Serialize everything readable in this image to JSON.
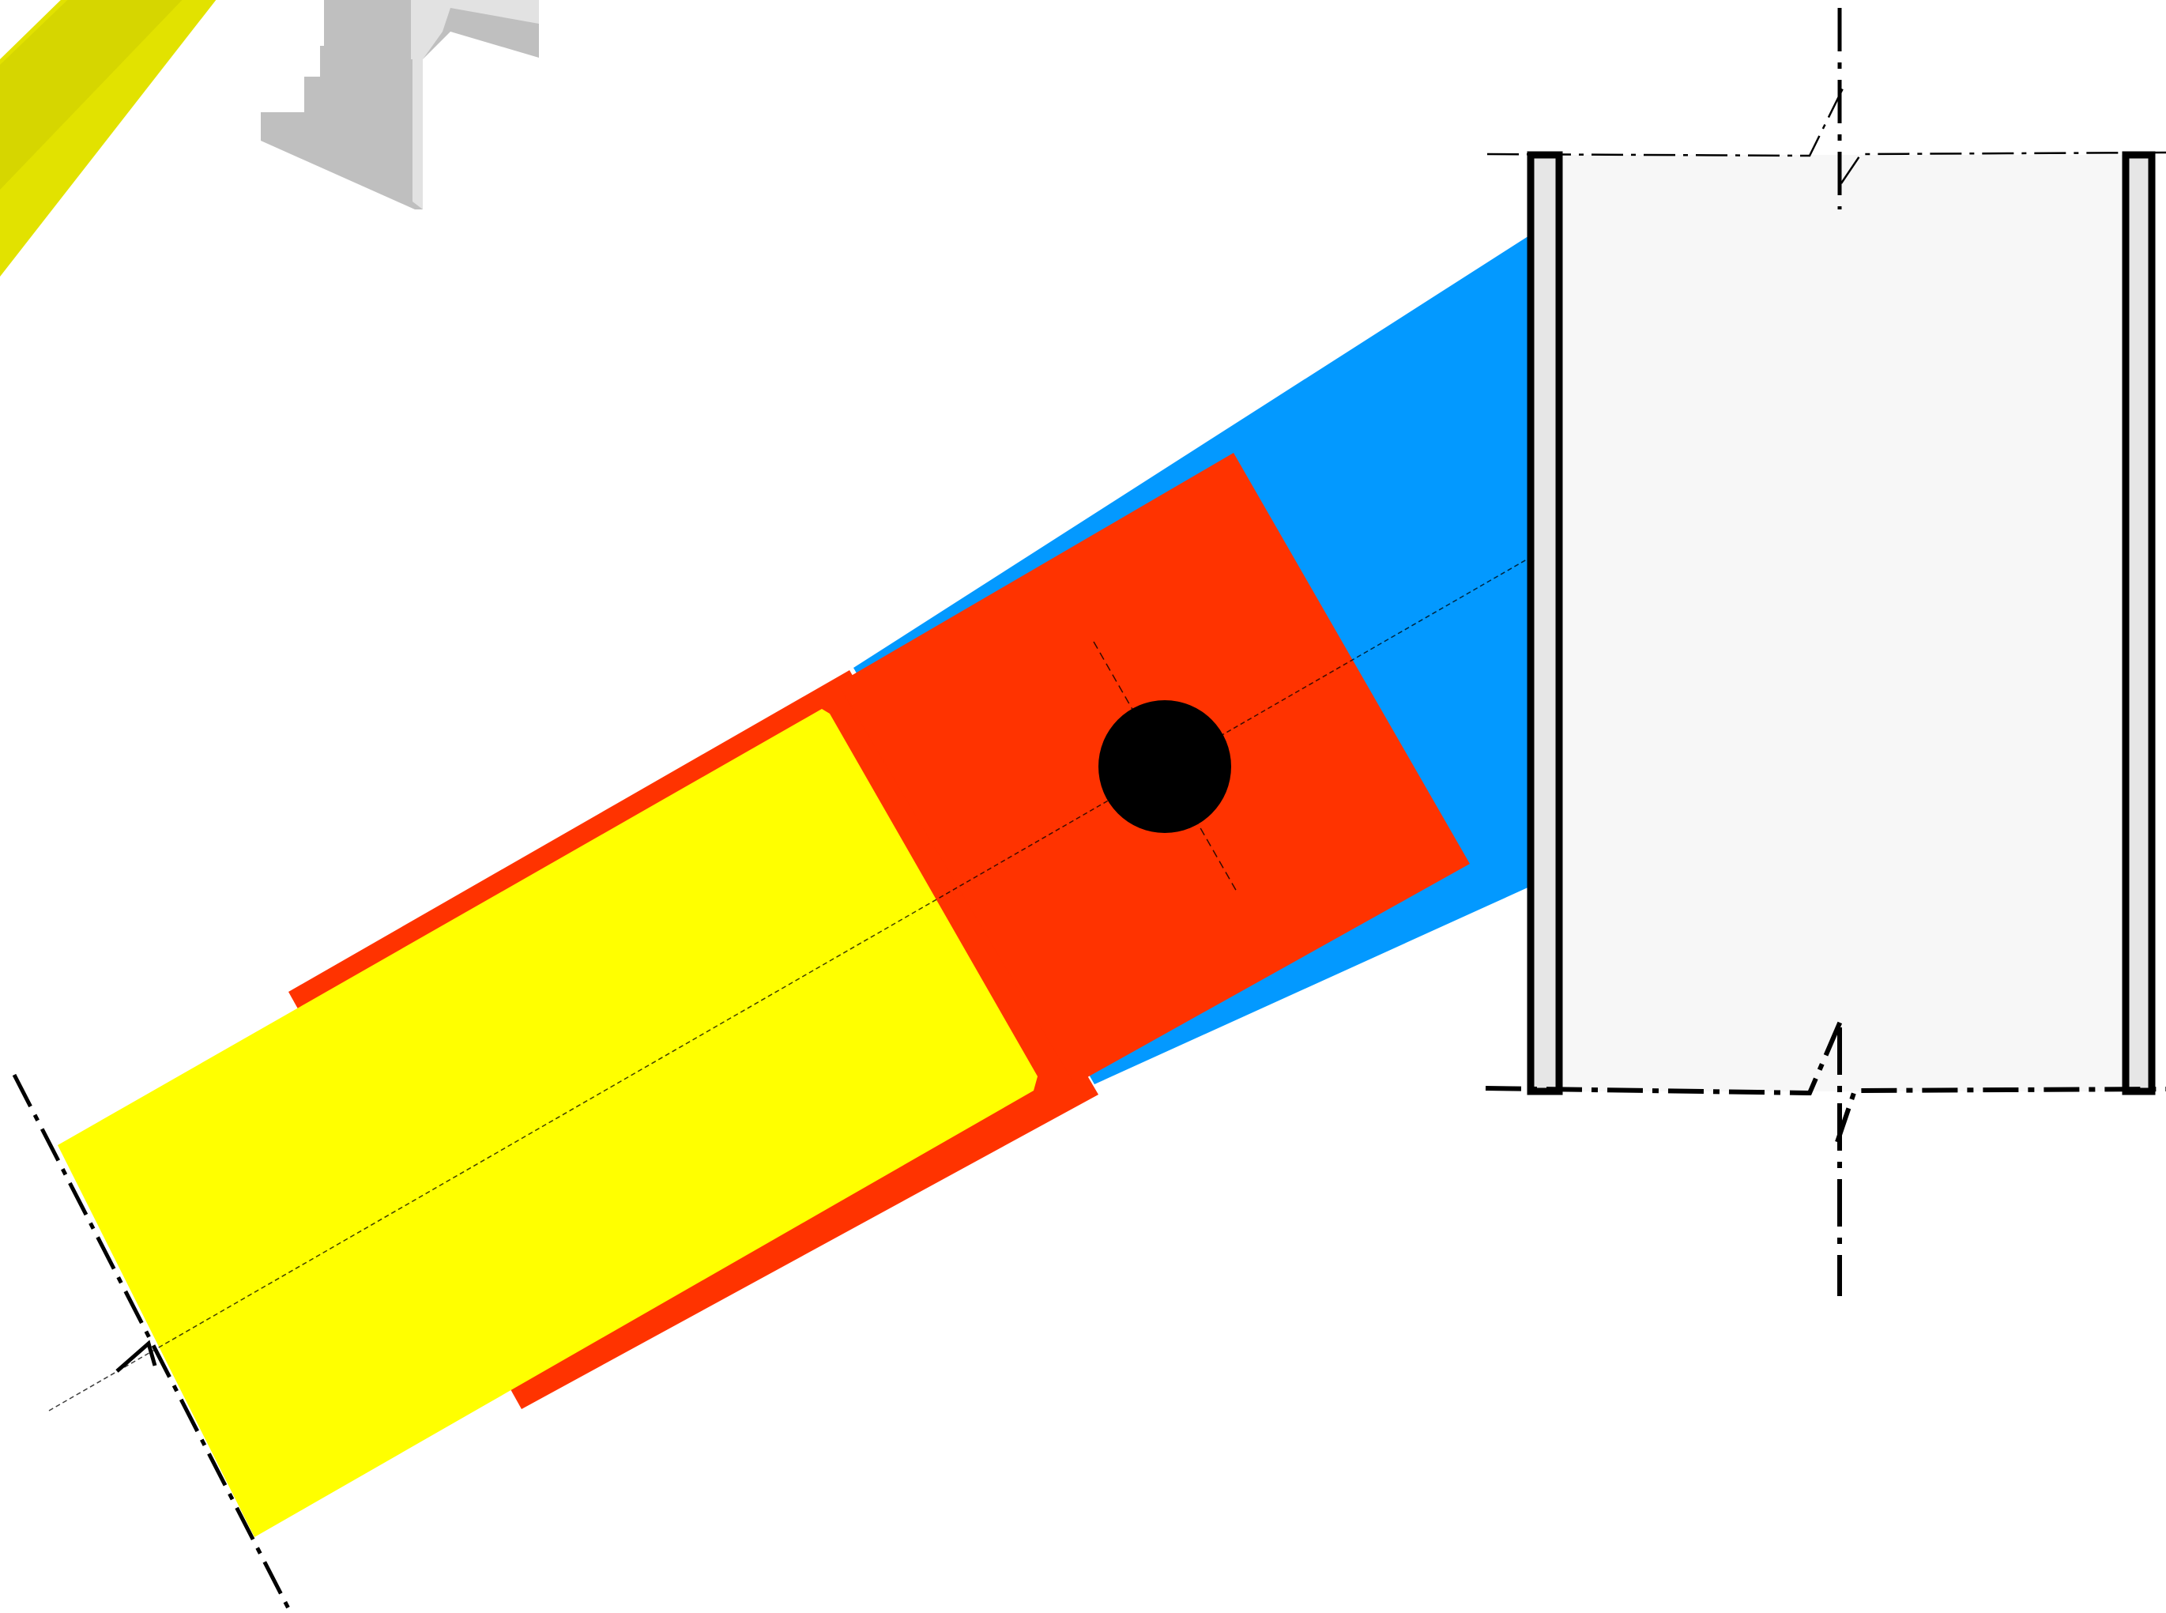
{
  "diagram": {
    "colors": {
      "background": "#ffffff",
      "blue_bracket": "#0399ff",
      "red_clamp": "#ff3300",
      "yellow_beam": "#ffff00",
      "yellow_beam_corner": "#e2e200",
      "pin": "#000000",
      "column_fill": "#f7f7f7",
      "plate_fill": "#e6e6e6",
      "outline": "#000000",
      "grey_part": "#bfbfbf",
      "grey_part_light": "#e2e2e2"
    },
    "parts": [
      {
        "id": "column-section",
        "shape": "rectangle-with-break-lines"
      },
      {
        "id": "end-plate-left",
        "shape": "plate"
      },
      {
        "id": "end-plate-right",
        "shape": "plate"
      },
      {
        "id": "bracket",
        "shape": "tapered-arm"
      },
      {
        "id": "clamp-block",
        "shape": "rotated-square"
      },
      {
        "id": "beam",
        "shape": "rotated-rectangle"
      },
      {
        "id": "pin",
        "shape": "circle"
      },
      {
        "id": "grey-connector",
        "shape": "stepped-profile"
      },
      {
        "id": "corner-beam",
        "shape": "rounded-bar"
      }
    ],
    "pin_position": {
      "note": "at clamp centre"
    }
  }
}
